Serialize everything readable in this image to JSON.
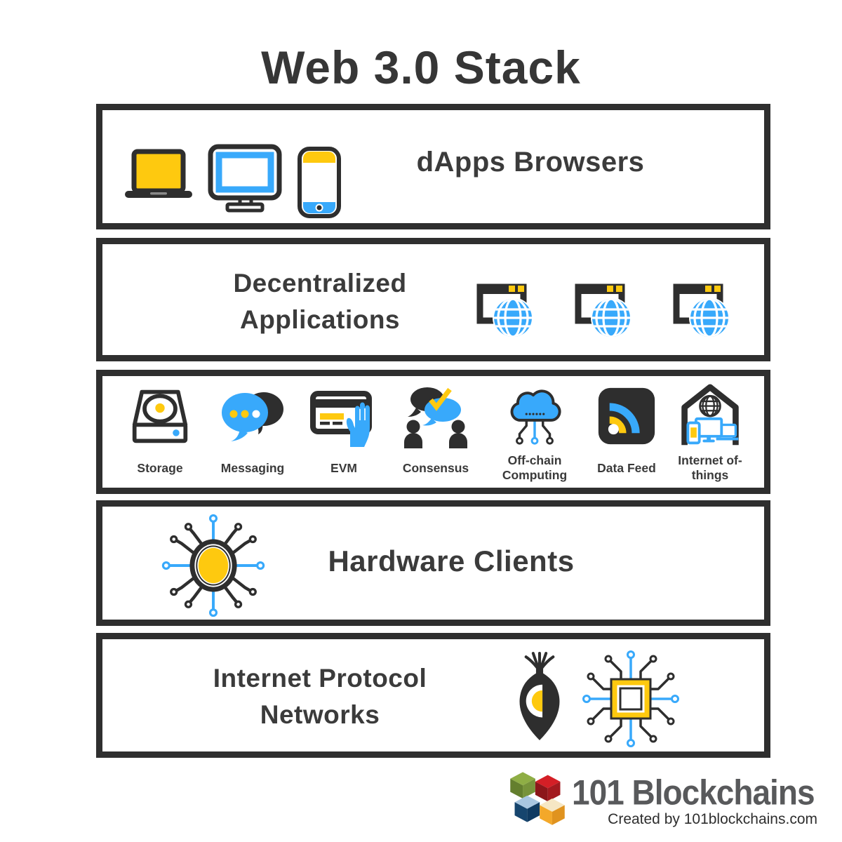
{
  "title": "Web 3.0 Stack",
  "colors": {
    "ink": "#2e2e2e",
    "accent_blue": "#38a9fb",
    "accent_yellow": "#fec90f",
    "text": "#3b3b3b",
    "brand_gray": "#58595b"
  },
  "layers": {
    "dapps_browsers": {
      "label": "dApps Browsers",
      "icons": [
        "laptop",
        "desktop-monitor",
        "smartphone"
      ]
    },
    "decentralized_applications": {
      "line1": "Decentralized",
      "line2": "Applications",
      "icons": [
        "browser-globe",
        "browser-globe",
        "browser-globe"
      ]
    },
    "middleware": {
      "items": [
        {
          "label": "Storage",
          "icon": "hard-drive"
        },
        {
          "label": "Messaging",
          "icon": "chat-bubbles"
        },
        {
          "label": "EVM",
          "icon": "card-hand"
        },
        {
          "label": "Consensus",
          "icon": "people-agreement"
        },
        {
          "label": "Off-chain Computing",
          "icon": "cloud-circuit"
        },
        {
          "label": "Data Feed",
          "icon": "rss"
        },
        {
          "label": "Internet of-things",
          "icon": "smart-home"
        }
      ]
    },
    "hardware_clients": {
      "label": "Hardware Clients",
      "icons": [
        "network-node"
      ]
    },
    "internet_protocol_networks": {
      "line1": "Internet Protocol",
      "line2": "Networks",
      "icons": [
        "onion-network",
        "chip-circuit"
      ]
    }
  },
  "footer": {
    "brand": "101 Blockchains",
    "credit": "Created by 101blockchains.com"
  }
}
